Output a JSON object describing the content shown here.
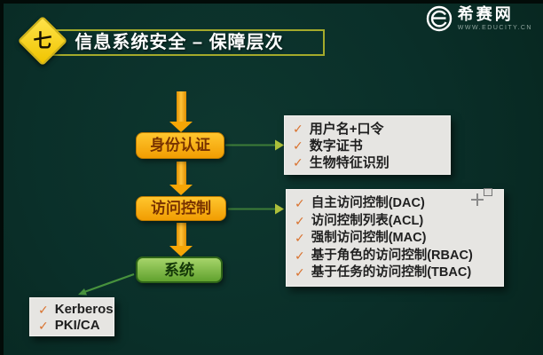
{
  "slide": {
    "badge": "七",
    "title": "信息系统安全 – 保障层次"
  },
  "logo": {
    "name": "希赛网",
    "subtitle": "WWW.EDUCITY.CN"
  },
  "flow": {
    "nodes": [
      {
        "label": "身份认证"
      },
      {
        "label": "访问控制"
      },
      {
        "label": "系统"
      }
    ]
  },
  "lists": {
    "auth": {
      "items": [
        "用户名+口令",
        "数字证书",
        "生物特征识别"
      ]
    },
    "access": {
      "items": [
        "自主访问控制(DAC)",
        "访问控制列表(ACL)",
        "强制访问控制(MAC)",
        "基于角色的访问控制(RBAC)",
        "基于任务的访问控制(TBAC)"
      ]
    },
    "system": {
      "items": [
        "Kerberos",
        "PKI/CA"
      ]
    }
  },
  "icons": {
    "check": "✓"
  },
  "colors": {
    "background": "#0a2f2a",
    "band_line": "#a4aa2b",
    "badge_yellow": "#f7d51e",
    "node_orange": "#f7a90c",
    "node_green": "#6fae38",
    "arrow_orange": "#f6a606",
    "connector_green": "#3d7c38",
    "connector_head": "#adbf3a",
    "list_bg": "#e6e5e2",
    "check_orange": "#d9722e"
  }
}
